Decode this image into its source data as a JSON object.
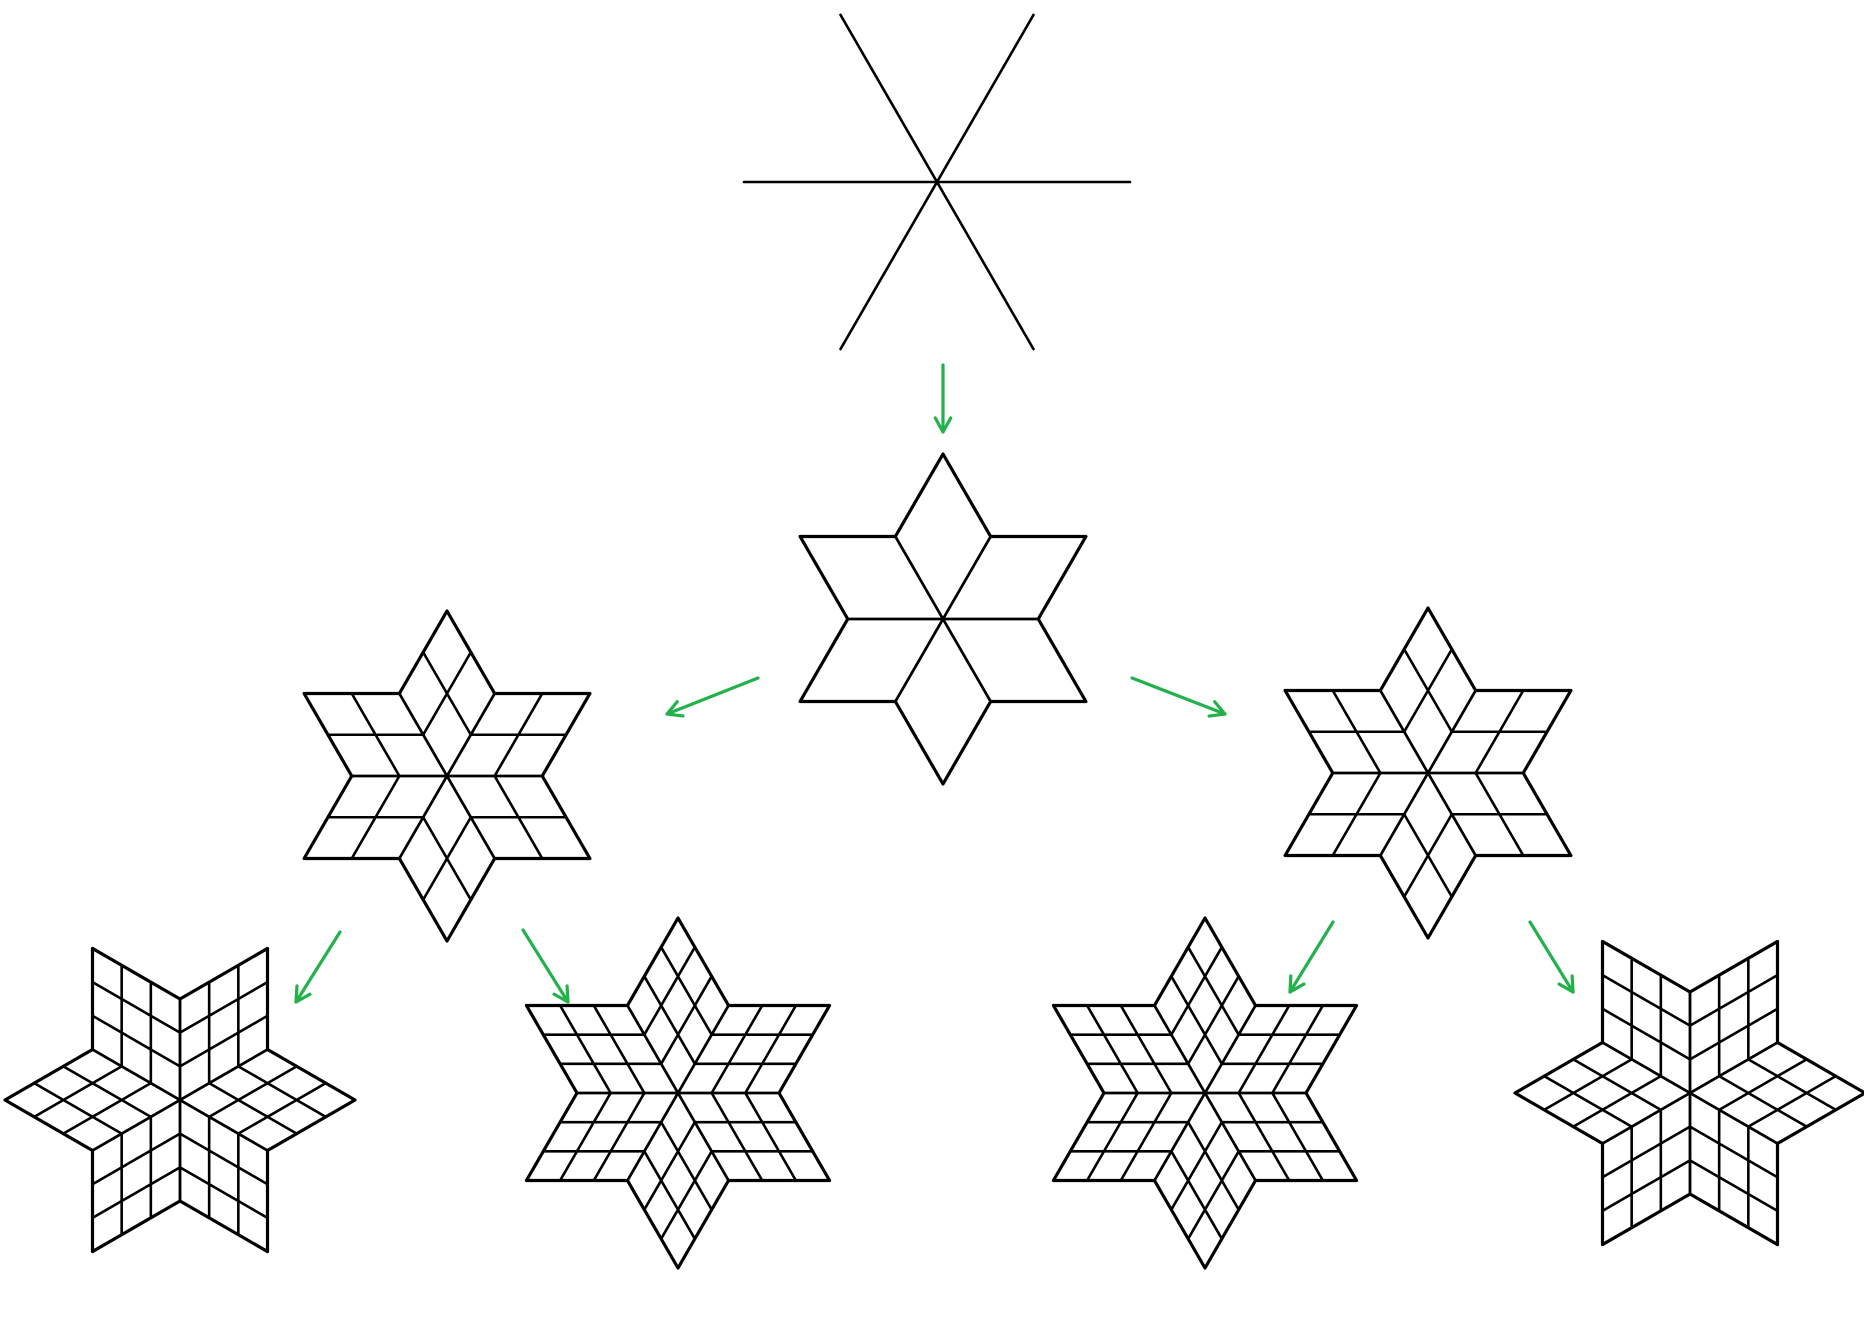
{
  "diagram": {
    "background": "#ffffff",
    "line_color": "#000000",
    "arrow_color": "#22b14c",
    "nodes": [
      {
        "id": "six-ray-star",
        "shape": "six-ray-star",
        "level": 0
      },
      {
        "id": "six-rhombus-star",
        "shape": "hexagram-subdivided",
        "subdivisions": 1,
        "level": 1
      },
      {
        "id": "star-left",
        "shape": "hexagram-subdivided",
        "subdivisions": 2,
        "level": 2
      },
      {
        "id": "star-right",
        "shape": "hexagram-subdivided",
        "subdivisions": 2,
        "level": 2
      },
      {
        "id": "star-left-a",
        "shape": "hexagram-subdivided",
        "subdivisions": 3,
        "level": 3
      },
      {
        "id": "star-left-b",
        "shape": "hexagram-subdivided",
        "subdivisions": 3,
        "level": 3
      },
      {
        "id": "star-right-a",
        "shape": "hexagram-subdivided",
        "subdivisions": 3,
        "level": 3
      },
      {
        "id": "star-right-b",
        "shape": "hexagram-subdivided",
        "subdivisions": 3,
        "level": 3
      }
    ],
    "edges": [
      {
        "from": "six-ray-star",
        "to": "six-rhombus-star"
      },
      {
        "from": "six-rhombus-star",
        "to": "star-left"
      },
      {
        "from": "six-rhombus-star",
        "to": "star-right"
      },
      {
        "from": "star-left",
        "to": "star-left-a"
      },
      {
        "from": "star-left",
        "to": "star-left-b"
      },
      {
        "from": "star-right",
        "to": "star-right-a"
      },
      {
        "from": "star-right",
        "to": "star-right-b"
      }
    ]
  }
}
